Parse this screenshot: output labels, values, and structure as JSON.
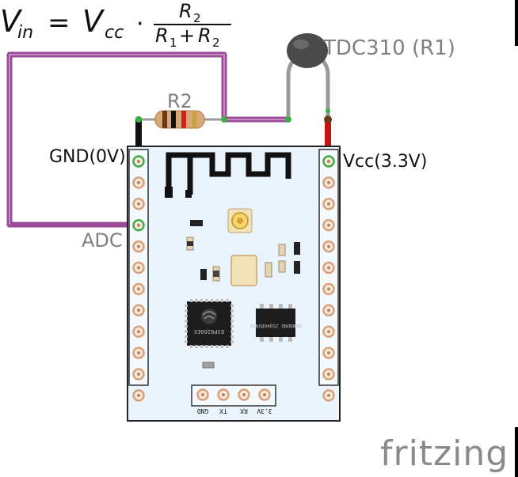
{
  "formula": {
    "lhs": "V",
    "lhs_sub": "in",
    "equals": "=",
    "rhs": "V",
    "rhs_sub": "cc",
    "dot": "·",
    "numerator": "R",
    "numerator_sub": "2",
    "denominator_r1": "R",
    "denominator_r1_sub": "1",
    "plus": "+",
    "denominator_r2": "R",
    "denominator_r2_sub": "2"
  },
  "labels": {
    "thermistor": "TDC310 (R1)",
    "resistor": "R2",
    "gnd": "GND(0V)",
    "vcc": "Vcc(3.3V)",
    "adc": "ADC"
  },
  "chips": {
    "mcu": "ESP8266EX",
    "flash": "WINBOND 25Q40BVNIG"
  },
  "header_pins": [
    "GND",
    "TX",
    "RX",
    "3.3V"
  ],
  "watermark": "fritzing",
  "icons": {
    "thermistor": "thermistor-icon",
    "resistor": "resistor-icon",
    "antenna": "pcb-antenna-icon",
    "logo": "espressif-logo-icon"
  },
  "colors": {
    "wire_purple": "#9a4a96",
    "wire_red": "#cc1111",
    "wire_black": "#111111",
    "board": "#eaf4fc",
    "pad": "#d9a07a",
    "watermark": "#8a8a8a",
    "label_gray": "#808080"
  }
}
